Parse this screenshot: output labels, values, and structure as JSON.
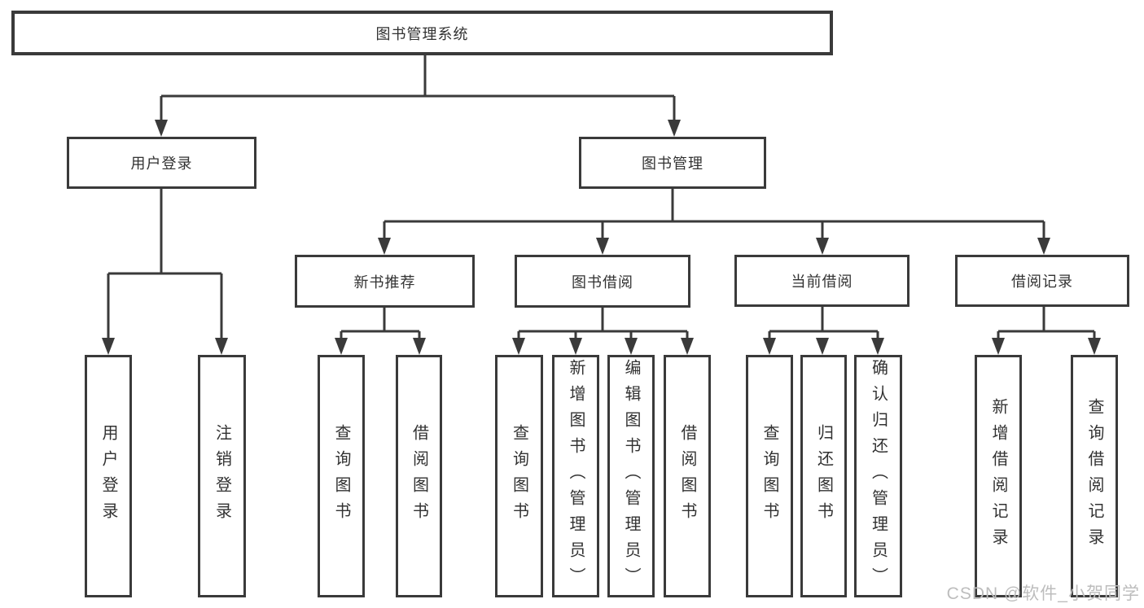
{
  "diagram_title": "图书管理系统",
  "tree": {
    "root": "图书管理系统",
    "login": {
      "label": "用户登录",
      "children": [
        "用户登录",
        "注销登录"
      ]
    },
    "mgmt": {
      "label": "图书管理",
      "groups": [
        {
          "label": "新书推荐",
          "children": [
            "查询图书",
            "借阅图书"
          ]
        },
        {
          "label": "图书借阅",
          "children": [
            "查询图书",
            "新增图书（管理员）",
            "编辑图书（管理员）",
            "借阅图书"
          ]
        },
        {
          "label": "当前借阅",
          "children": [
            "查询图书",
            "归还图书",
            "确认归还（管理员）"
          ]
        },
        {
          "label": "借阅记录",
          "children": [
            "新增借阅记录",
            "查询借阅记录"
          ]
        }
      ]
    }
  },
  "watermark": {
    "text": "CSDN @软件_小贺同学"
  },
  "colors": {
    "line": "#3a3a3a",
    "text": "#323232",
    "watermark": "#bdbdbd",
    "background": "#ffffff"
  }
}
